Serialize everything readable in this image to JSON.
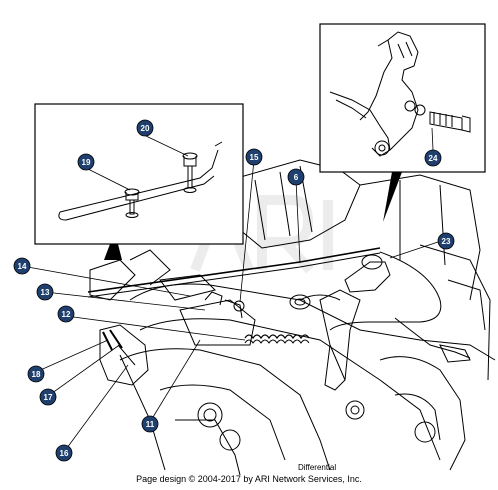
{
  "diagram": {
    "callouts": [
      "20",
      "19",
      "15",
      "6",
      "23",
      "24",
      "14",
      "13",
      "12",
      "18",
      "17",
      "16",
      "11"
    ],
    "section_label": "Differential",
    "footer": "Page design © 2004-2017 by ARI Network Services, Inc.",
    "colors": {
      "callout_fill": "#1f3f6e",
      "callout_text": "#ffffff",
      "line": "#000000",
      "watermark": "#e6e6e6"
    }
  }
}
